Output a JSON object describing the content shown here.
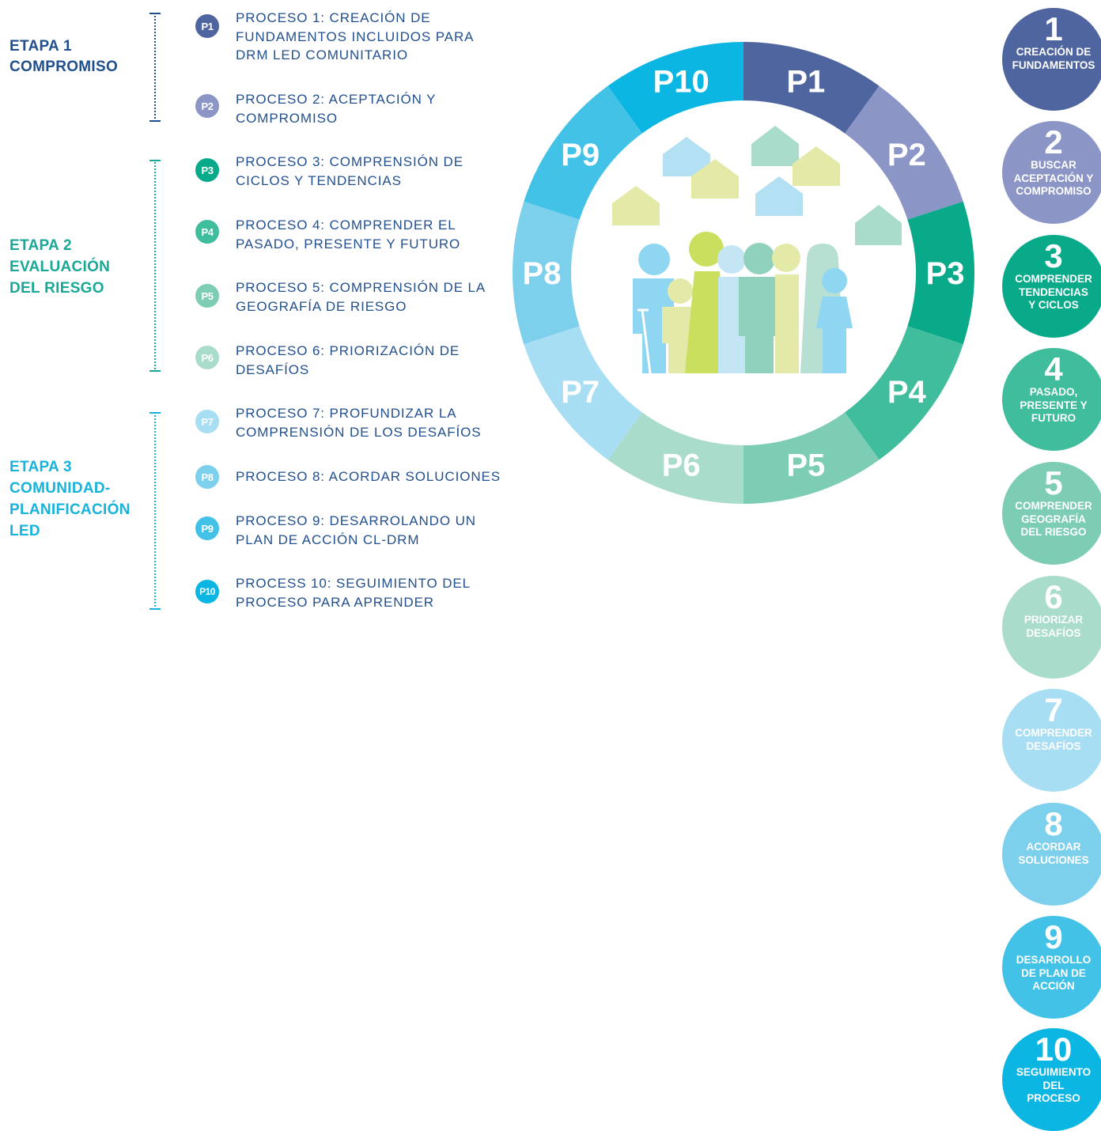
{
  "stages": [
    {
      "line1": "ETAPA 1",
      "line2": "COMPROMISO",
      "line3": "",
      "line4": "",
      "color": "#1f4f8c"
    },
    {
      "line1": "ETAPA 2",
      "line2": "EVALUACIÓN",
      "line3": "DEL RIESGO",
      "line4": "",
      "color": "#1aa896"
    },
    {
      "line1": "ETAPA 3",
      "line2": "COMUNIDAD-",
      "line3": "PLANIFICACIÓN",
      "line4": "LED",
      "color": "#16b3dc"
    }
  ],
  "processes": [
    {
      "badge": "P1",
      "color": "#4f65a0",
      "lines": [
        "PROCESO 1: CREACIÓN DE",
        "FUNDAMENTOS INCLUIDOS PARA",
        "DRM LED COMUNITARIO"
      ]
    },
    {
      "badge": "P2",
      "color": "#8b96c6",
      "lines": [
        "PROCESO 2: ACEPTACIÓN Y",
        "COMPROMISO",
        ""
      ]
    },
    {
      "badge": "P3",
      "color": "#08aa8a",
      "lines": [
        "PROCESO 3: COMPRENSIÓN DE",
        "CICLOS Y TENDENCIAS",
        ""
      ]
    },
    {
      "badge": "P4",
      "color": "#3fbd9c",
      "lines": [
        "PROCESO 4: COMPRENDER EL",
        "PASADO, PRESENTE Y FUTURO",
        ""
      ]
    },
    {
      "badge": "P5",
      "color": "#7dcdb5",
      "lines": [
        "PROCESO 5: COMPRENSIÓN DE LA",
        "GEOGRAFÍA DE RIESGO",
        ""
      ]
    },
    {
      "badge": "P6",
      "color": "#a9dccb",
      "lines": [
        "PROCESO 6: PRIORIZACIÓN DE",
        "DESAFÍOS",
        ""
      ]
    },
    {
      "badge": "P7",
      "color": "#a8def3",
      "lines": [
        "PROCESO 7: PROFUNDIZAR LA",
        "COMPRENSIÓN DE LOS DESAFÍOS",
        ""
      ]
    },
    {
      "badge": "P8",
      "color": "#7dd0ec",
      "lines": [
        "PROCESO 8: ACORDAR SOLUCIONES",
        "",
        ""
      ]
    },
    {
      "badge": "P9",
      "color": "#43c2e8",
      "lines": [
        "PROCESO 9: DESARROLANDO UN",
        "PLAN DE ACCIÓN CL-DRM",
        ""
      ]
    },
    {
      "badge": "P10",
      "color": "#0cb6e3",
      "lines": [
        "PROCESS 10: SEGUIMIENTO DEL",
        "PROCESO PARA APRENDER",
        ""
      ]
    }
  ],
  "ring_labels": [
    "P1",
    "P2",
    "P3",
    "P4",
    "P5",
    "P6",
    "P7",
    "P8",
    "P9",
    "P10"
  ],
  "right_steps": [
    {
      "num": "1",
      "lines": [
        "CREACIÓN DE",
        "FUNDAMENTOS",
        ""
      ],
      "color": "#4f65a0"
    },
    {
      "num": "2",
      "lines": [
        "BUSCAR",
        "ACEPTACIÓN Y",
        "COMPROMISO"
      ],
      "color": "#8b96c6"
    },
    {
      "num": "3",
      "lines": [
        "COMPRENDER",
        "TENDENCIAS",
        "Y CICLOS"
      ],
      "color": "#08aa8a"
    },
    {
      "num": "4",
      "lines": [
        "PASADO,",
        "PRESENTE Y",
        "FUTURO"
      ],
      "color": "#3fbd9c"
    },
    {
      "num": "5",
      "lines": [
        "COMPRENDER",
        "GEOGRAFÍA",
        "DEL RIESGO"
      ],
      "color": "#7dcdb5"
    },
    {
      "num": "6",
      "lines": [
        "PRIORIZAR",
        "DESAFÍOS",
        ""
      ],
      "color": "#a9dccb"
    },
    {
      "num": "7",
      "lines": [
        "COMPRENDER",
        "DESAFÍOS",
        ""
      ],
      "color": "#a8def3"
    },
    {
      "num": "8",
      "lines": [
        "ACORDAR",
        "SOLUCIONES",
        ""
      ],
      "color": "#7dd0ec"
    },
    {
      "num": "9",
      "lines": [
        "DESARROLLO",
        "DE PLAN DE",
        "ACCIÓN"
      ],
      "color": "#43c2e8"
    },
    {
      "num": "10",
      "lines": [
        "SEGUIMIENTO",
        "DEL",
        "PROCESO"
      ],
      "color": "#0cb6e3"
    }
  ]
}
